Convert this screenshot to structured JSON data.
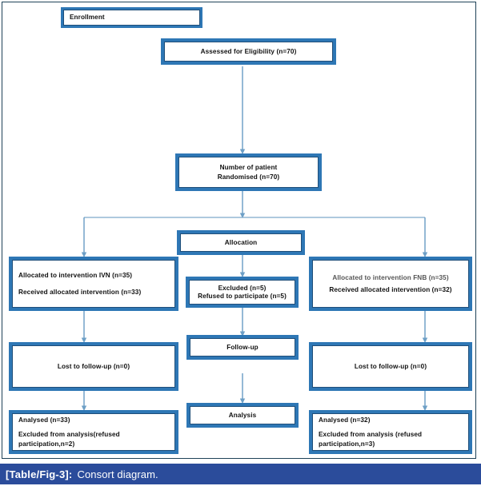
{
  "figure": {
    "caption_label": "[Table/Fig-3]:",
    "caption_text": "Consort diagram.",
    "accent_blue": "#2e77b5",
    "border_blue": "#1f4e79",
    "caption_bar_color": "#2b4c9b",
    "frame_color": "#1f4258",
    "background": "#ffffff"
  },
  "nodes": {
    "enrollment": {
      "label": "Enrollment"
    },
    "assessed": {
      "label": "Assessed for Eligibility  (n=70)"
    },
    "randomised": {
      "line1": "Number of patient",
      "line2": "Randomised (n=70)"
    },
    "allocation": {
      "label": "Allocation"
    },
    "allocated_left": {
      "line1": "Allocated to intervention IVN (n=35)",
      "line2": "Received allocated intervention (n=33)"
    },
    "excluded": {
      "line1": "Excluded  (n=5)",
      "line2": "Refused to participate (n=5)"
    },
    "allocated_right": {
      "line1": "Allocated to intervention FNB (n=35)",
      "line2": "Received allocated intervention (n=32)"
    },
    "followup_stage": {
      "label": "Follow-up"
    },
    "lost_left": {
      "label": "Lost to follow-up (n=0)"
    },
    "lost_right": {
      "label": "Lost to follow-up (n=0)"
    },
    "analysis_stage": {
      "label": "Analysis"
    },
    "analysed_left": {
      "line1": "Analysed (n=33)",
      "line2": "Excluded from analysis(refused",
      "line3": "participation,n=2)"
    },
    "analysed_right": {
      "line1": "Analysed (n=32)",
      "line2": "Excluded from analysis (refused",
      "line3": "participation,n=3)"
    }
  },
  "flow": {
    "type": "consort-flow-diagram",
    "stages": [
      "Enrollment",
      "Allocation",
      "Follow-up",
      "Analysis"
    ],
    "counts": {
      "assessed_for_eligibility": 70,
      "randomised": 70,
      "excluded": 5,
      "refused_to_participate": 5,
      "allocated_ivn": 35,
      "received_ivn": 33,
      "allocated_fnb": 35,
      "received_fnb": 32,
      "lost_to_followup_ivn": 0,
      "lost_to_followup_fnb": 0,
      "analysed_ivn": 33,
      "analysed_fnb": 32,
      "excluded_from_analysis_ivn": 2,
      "excluded_from_analysis_fnb": 3
    }
  }
}
